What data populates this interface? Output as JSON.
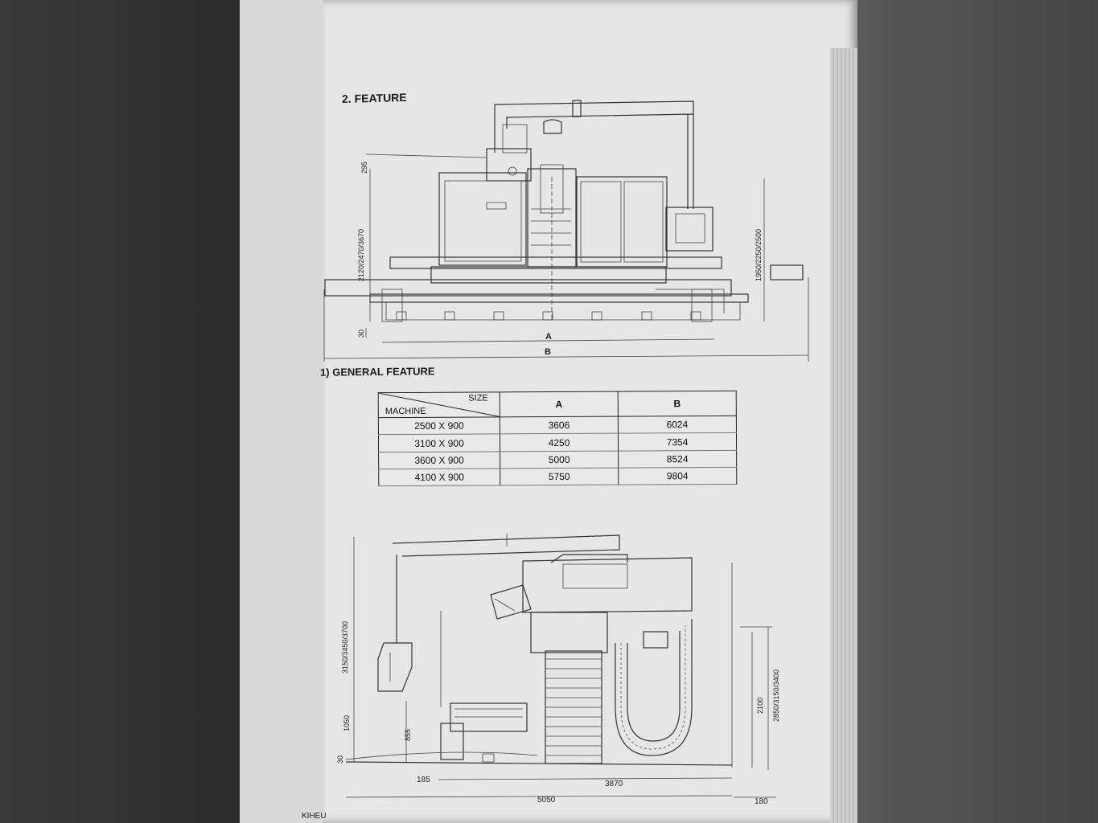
{
  "section_title": "2. FEATURE",
  "subsection_title": "1) GENERAL FEATURE",
  "table": {
    "corner_top": "SIZE",
    "corner_bottom": "MACHINE",
    "columns": [
      "A",
      "B"
    ],
    "rows": [
      {
        "machine": "2500 X 900",
        "a": "3606",
        "b": "6024"
      },
      {
        "machine": "3100 X 900",
        "a": "4250",
        "b": "7354"
      },
      {
        "machine": "3600 X 900",
        "a": "5000",
        "b": "8524"
      },
      {
        "machine": "4100 X 900",
        "a": "5750",
        "b": "9804"
      }
    ]
  },
  "front_view": {
    "dim_left_height": "2120/2470/3670",
    "dim_top": "295",
    "dim_bottom": "30",
    "dim_right_height": "1950/2250/2500",
    "dim_a": "A",
    "dim_b": "B"
  },
  "side_view": {
    "dim_left_height": "3150/3450/3700",
    "dim_1050": "1050",
    "dim_855": "855",
    "dim_30": "30",
    "dim_2100": "2100",
    "dim_right_height": "2850/3150/3400",
    "dim_185": "185",
    "dim_3870": "3870",
    "dim_5050": "5050",
    "dim_180": "180"
  },
  "footer_text": "KIHEU"
}
